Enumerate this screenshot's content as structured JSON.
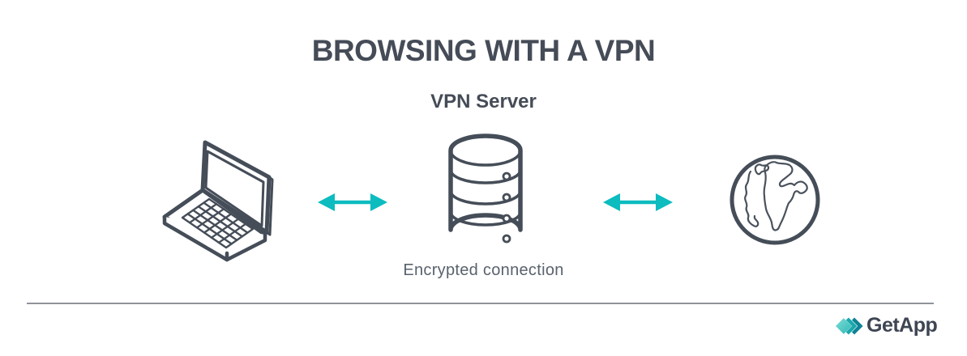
{
  "header": {
    "title": "BROWSING WITH A VPN"
  },
  "diagram": {
    "server_label": "VPN Server",
    "connection_label": "Encrypted connection",
    "nodes": [
      {
        "name": "client-laptop",
        "icon": "laptop-icon"
      },
      {
        "name": "vpn-server",
        "icon": "database-server-icon"
      },
      {
        "name": "internet",
        "icon": "globe-icon"
      }
    ],
    "links": [
      {
        "from": "client-laptop",
        "to": "vpn-server",
        "icon": "double-arrow-icon"
      },
      {
        "from": "vpn-server",
        "to": "internet",
        "icon": "double-arrow-icon"
      }
    ]
  },
  "footer": {
    "brand": "GetApp",
    "brand_icon": "getapp-diamond-chevron-icon"
  },
  "colors": {
    "ink_slate": "#454C57",
    "muted_text": "#59626D",
    "accent_teal": "#0CBCBF",
    "divider_gray": "#8F9399"
  }
}
